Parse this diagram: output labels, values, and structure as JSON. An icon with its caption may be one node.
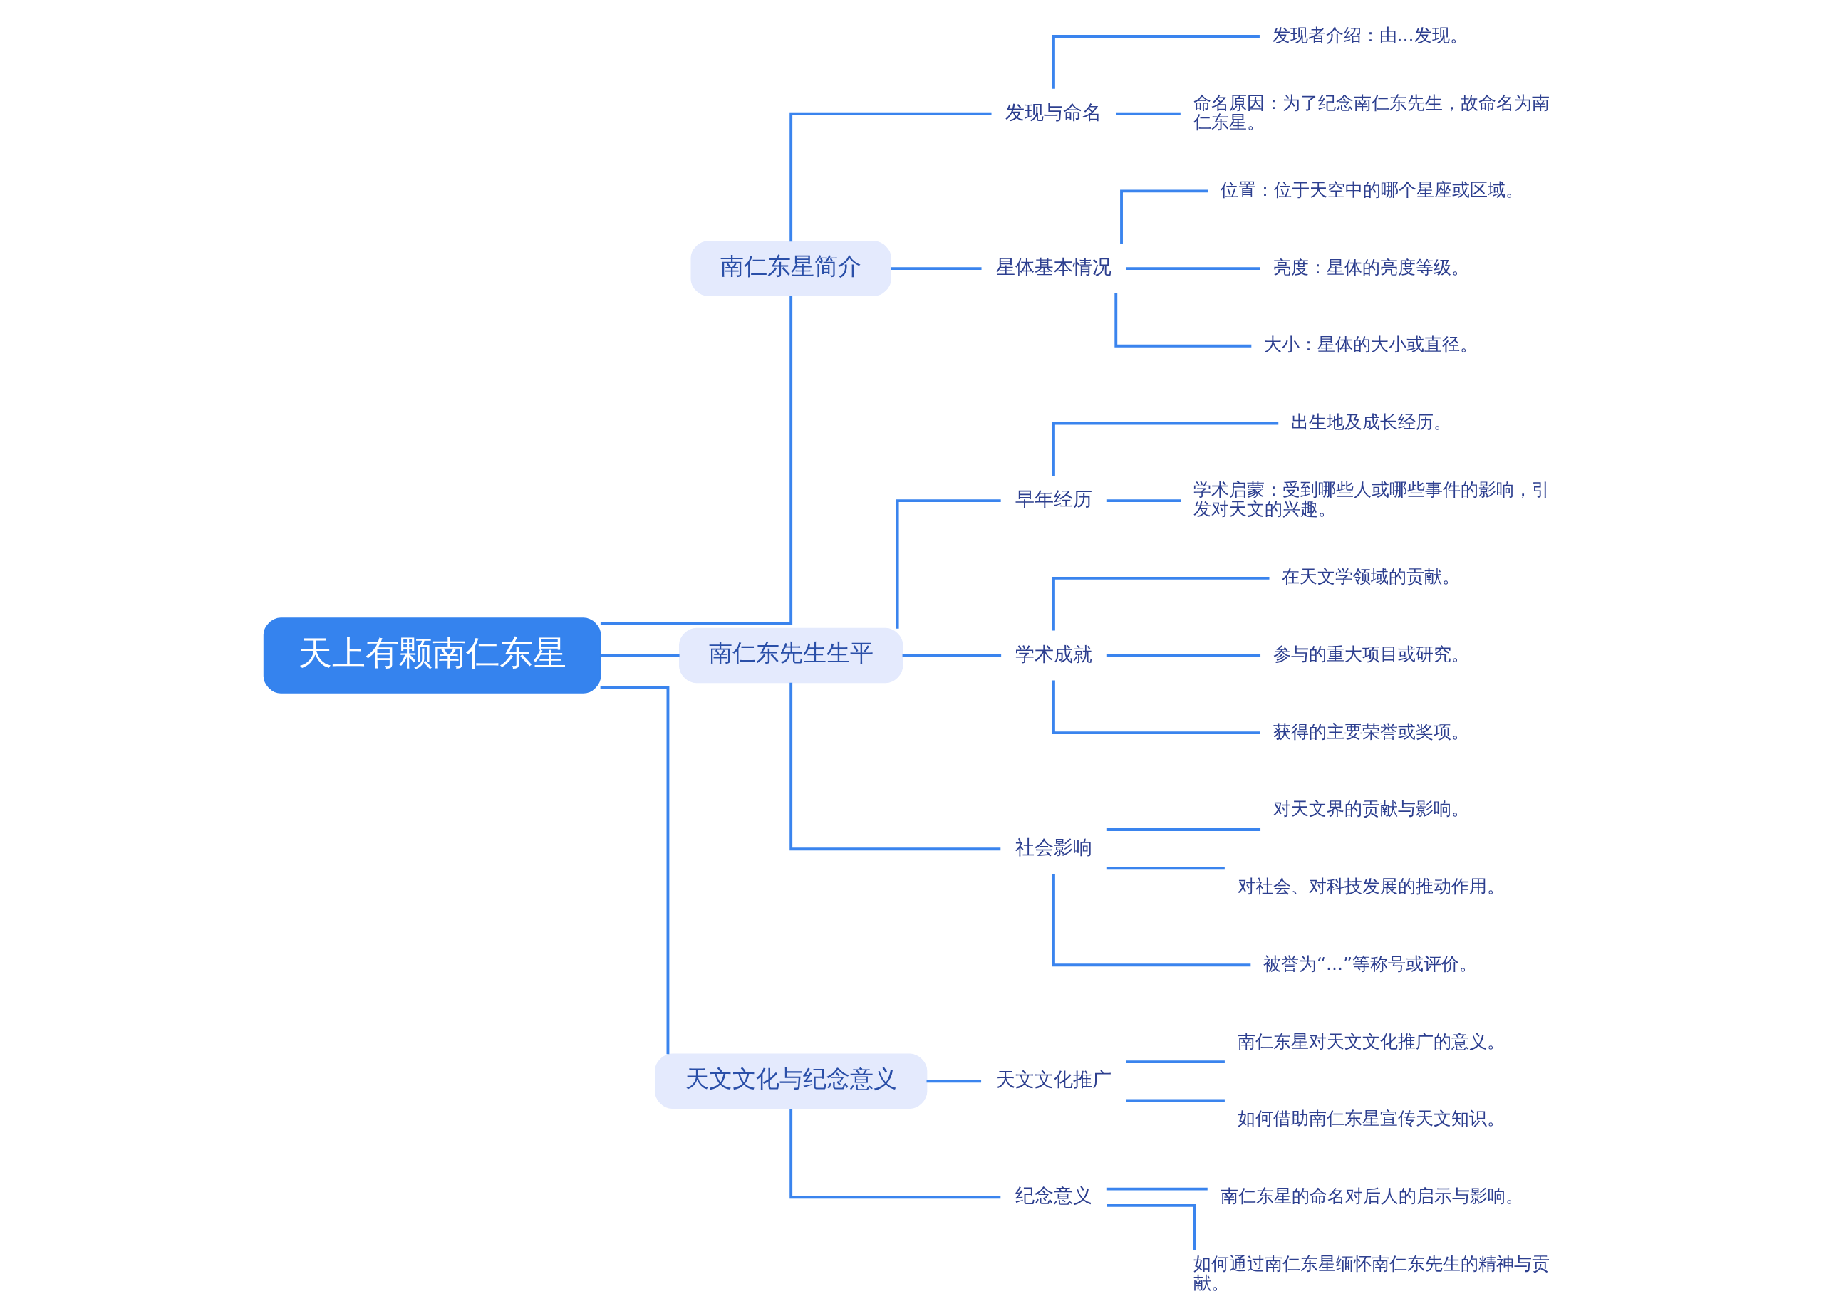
{
  "diagram": {
    "nodes": [
      {
        "text": [
          "天上有颗南仁东星"
        ]
      },
      {
        "text": [
          "南仁东星简介"
        ]
      },
      {
        "text": [
          "发现与命名"
        ]
      },
      {
        "text": [
          "发现者介绍：由...发现。"
        ]
      },
      {
        "text": [
          "命名原因：为了纪念南仁东先生，故命名为南仁东星。"
        ]
      },
      {
        "text": [
          "星体基本情况"
        ]
      },
      {
        "text": [
          "位置：位于天空中的哪个星座或区域。"
        ]
      },
      {
        "text": [
          "亮度：星体的亮度等级。"
        ]
      },
      {
        "text": [
          "大小：星体的大小或直径。"
        ]
      },
      {
        "text": [
          "南仁东先生生平"
        ]
      },
      {
        "text": [
          "早年经历"
        ]
      },
      {
        "text": [
          "出生地及成长经历。"
        ]
      },
      {
        "text": [
          "学术启蒙：受到哪些人或哪些事件的影响，引发对天文的兴趣。"
        ]
      },
      {
        "text": [
          "学术成就"
        ]
      },
      {
        "text": [
          "在天文学领域的贡献。"
        ]
      },
      {
        "text": [
          "参与的重大项目或研究。"
        ]
      },
      {
        "text": [
          "获得的主要荣誉或奖项。"
        ]
      },
      {
        "text": [
          "社会影响"
        ]
      },
      {
        "text": [
          "对天文界的贡献与影响。"
        ]
      },
      {
        "text": [
          "对社会、对科技发展的推动作用。"
        ]
      },
      {
        "text": [
          "被誉为“...”等称号或评价。"
        ]
      },
      {
        "text": [
          "天文文化与纪念意义"
        ]
      },
      {
        "text": [
          "天文文化推广"
        ]
      },
      {
        "text": [
          "南仁东星对天文文化推广的意义。"
        ]
      },
      {
        "text": [
          "如何借助南仁东星宣传天文知识。"
        ]
      },
      {
        "text": [
          "纪念意义"
        ]
      },
      {
        "text": [
          "南仁东星的命名对后人的启示与影响。"
        ]
      },
      {
        "text": [
          "如何通过南仁东星缅怀南仁东先生的精神与贡献。"
        ]
      }
    ],
    "edges": [
      {
        "from": 0,
        "to": 1,
        "arrow": "none"
      },
      {
        "from": 1,
        "to": 2,
        "arrow": "none"
      },
      {
        "from": 2,
        "to": 3,
        "arrow": "none"
      },
      {
        "from": 2,
        "to": 4,
        "arrow": "none"
      },
      {
        "from": 1,
        "to": 5,
        "arrow": "none"
      },
      {
        "from": 5,
        "to": 6,
        "arrow": "none"
      },
      {
        "from": 5,
        "to": 7,
        "arrow": "none"
      },
      {
        "from": 5,
        "to": 8,
        "arrow": "none"
      },
      {
        "from": 0,
        "to": 9,
        "arrow": "none"
      },
      {
        "from": 9,
        "to": 10,
        "arrow": "none"
      },
      {
        "from": 10,
        "to": 11,
        "arrow": "none"
      },
      {
        "from": 10,
        "to": 12,
        "arrow": "none"
      },
      {
        "from": 9,
        "to": 13,
        "arrow": "none"
      },
      {
        "from": 13,
        "to": 14,
        "arrow": "none"
      },
      {
        "from": 13,
        "to": 15,
        "arrow": "none"
      },
      {
        "from": 13,
        "to": 16,
        "arrow": "none"
      },
      {
        "from": 9,
        "to": 17,
        "arrow": "none"
      },
      {
        "from": 17,
        "to": 18,
        "arrow": "none"
      },
      {
        "from": 17,
        "to": 19,
        "arrow": "none"
      },
      {
        "from": 17,
        "to": 20,
        "arrow": "none"
      },
      {
        "from": 0,
        "to": 21,
        "arrow": "none"
      },
      {
        "from": 21,
        "to": 22,
        "arrow": "none"
      },
      {
        "from": 22,
        "to": 23,
        "arrow": "none"
      },
      {
        "from": 22,
        "to": 24,
        "arrow": "none"
      },
      {
        "from": 21,
        "to": 25,
        "arrow": "none"
      },
      {
        "from": 25,
        "to": 26,
        "arrow": "none"
      },
      {
        "from": 25,
        "to": 27,
        "arrow": "none"
      }
    ]
  }
}
